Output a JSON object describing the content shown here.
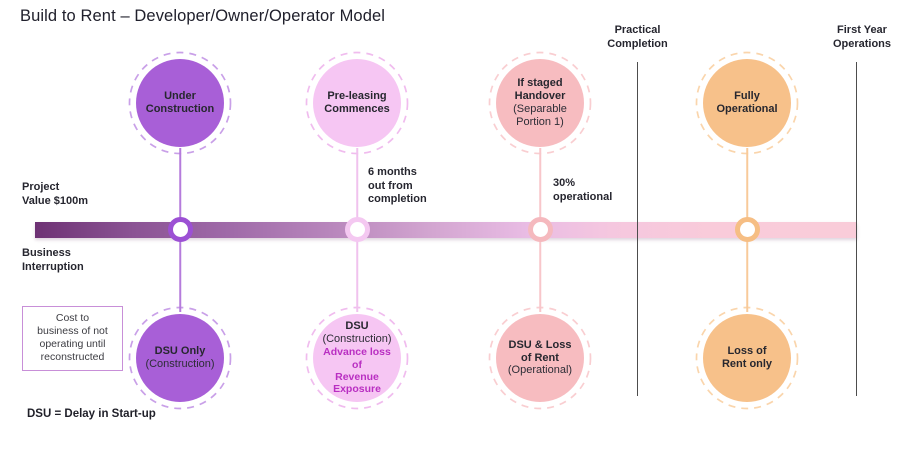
{
  "title": "Build to Rent – Developer/Owner/Operator Model",
  "timeline": {
    "project_value_label": "Project\nValue $100m",
    "business_interruption_label": "Business\nInterruption",
    "six_months_label": "6 months\nout from\ncompletion",
    "thirty_percent_label": "30%\noperational",
    "practical_completion_label": "Practical\nCompletion",
    "first_year_operations_label": "First Year\nOperations",
    "bar_gradient": [
      "#6e3274 0%",
      "#8b5394 12%",
      "#a06ba9 24%",
      "#b886bc 36%",
      "#d2a5d0 48%",
      "#e9bce4 60%",
      "#f5c7df 70%",
      "#f9cbda 82%",
      "#f9ccd9 100%"
    ],
    "milestone_line_color": "#4d4d4d"
  },
  "info_box": {
    "text": "Cost to\nbusiness of not\noperating until\nreconstructed"
  },
  "footnote": "DSU = Delay in Start-up",
  "stages": [
    {
      "top_title": "Under\nConstruction",
      "top_sub": "",
      "bottom_title": "DSU Only",
      "bottom_sub": "(Construction)",
      "bottom_accent": "",
      "colors": {
        "fill": "#a85fd7",
        "dash": "#c9a0e8",
        "ring": "#9c50d4",
        "line": "#b57bdc",
        "accent": "#b92fc2"
      }
    },
    {
      "top_title": "Pre-leasing\nCommences",
      "top_sub": "",
      "bottom_title": "DSU",
      "bottom_sub": "(Construction)",
      "bottom_accent": "Advance loss of\nRevenue Exposure",
      "colors": {
        "fill": "#f6c6f3",
        "dash": "#f0bcee",
        "ring": "#f4c8f1",
        "line": "#f0c2ee",
        "accent": "#b92fc2"
      }
    },
    {
      "top_title": "If staged\nHandover",
      "top_sub": "(Separable\nPortion 1)",
      "bottom_title": "DSU & Loss\nof Rent",
      "bottom_sub": "(Operational)",
      "bottom_accent": "",
      "colors": {
        "fill": "#f7bcc0",
        "dash": "#f9ced1",
        "ring": "#f5b9be",
        "line": "#f8c6ca",
        "accent": "#b92fc2"
      }
    },
    {
      "top_title": "Fully\nOperational",
      "top_sub": "",
      "bottom_title": "Loss of\nRent only",
      "bottom_sub": "",
      "bottom_accent": "",
      "colors": {
        "fill": "#f7c18a",
        "dash": "#fad5ac",
        "ring": "#f6be84",
        "line": "#f8ca9a",
        "accent": "#b92fc2"
      }
    }
  ]
}
